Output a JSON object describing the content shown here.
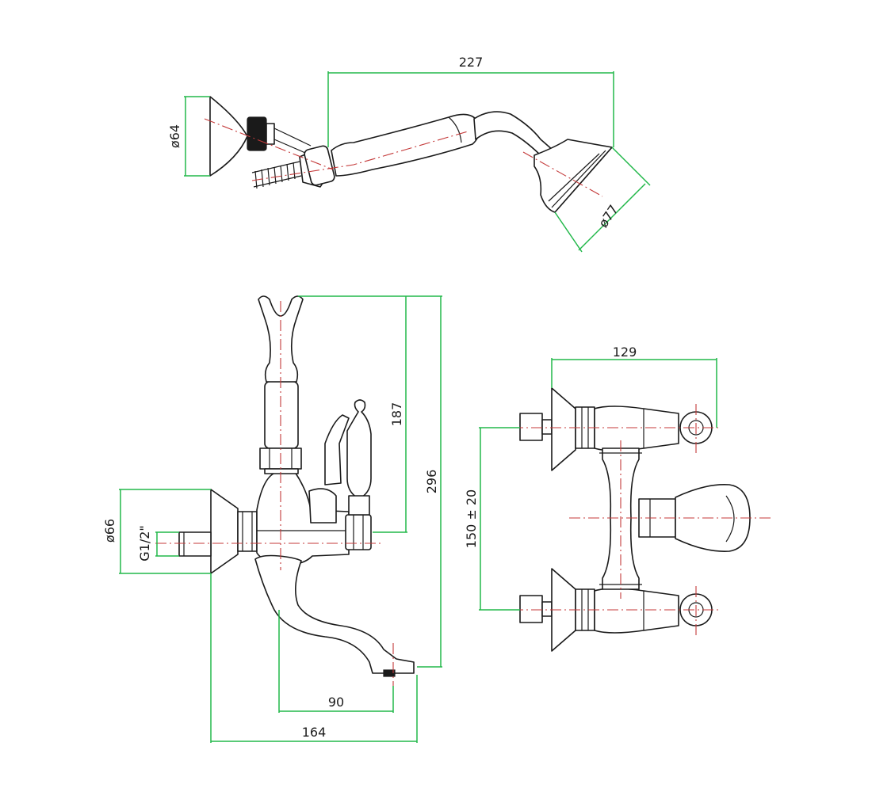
{
  "colors": {
    "dimension_line": "#22b84a",
    "center_line": "#c43a3a",
    "outline": "#1a1a1a"
  },
  "dimensions": {
    "hand_shower_length": "227",
    "hand_shower_head_dia": "ø77",
    "hose_disc_dia": "ø64",
    "cradle_height": "187",
    "overall_height": "296",
    "flange_dia": "ø66",
    "thread": "G1/2\"",
    "spout_reach": "90",
    "overall_depth": "164",
    "top_width": "129",
    "centers": "150 ± 20"
  }
}
